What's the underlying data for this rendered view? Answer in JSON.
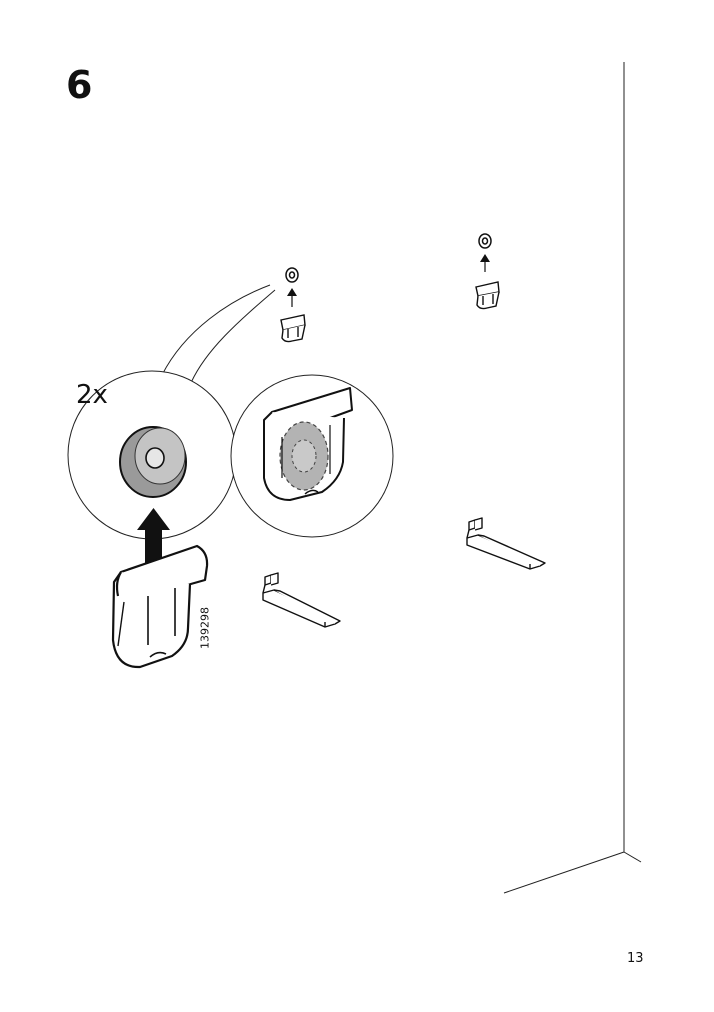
{
  "step": {
    "number": "6"
  },
  "callout": {
    "quantity": "2x"
  },
  "part": {
    "code": "139298"
  },
  "footer": {
    "page_number": "13"
  },
  "icons": [
    "wall-corner-lines",
    "washer-icon",
    "bracket-clip-icon",
    "up-arrow-icon",
    "shelf-bracket-icon",
    "detail-magnifier-circle"
  ],
  "colors": {
    "ink": "#111111",
    "washer_gray": "#9a9a9a",
    "detail_gray": "#b3b3b3"
  }
}
